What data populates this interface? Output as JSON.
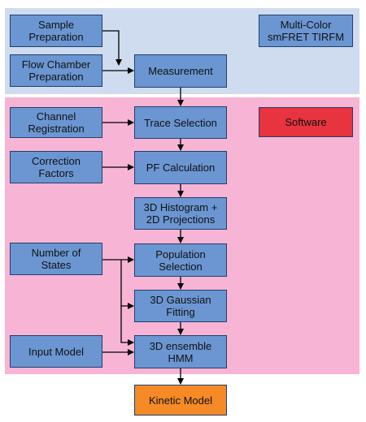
{
  "colors": {
    "top_panel": "#cfdcef",
    "software_panel": "#f8b4d4",
    "box_blue": "#6b96d2",
    "box_red": "#e8343f",
    "box_orange": "#f58a26",
    "arrow": "#000000"
  },
  "labels": {
    "multicolor": "Multi-Color\nsmFRET TIRFM",
    "software": "Software",
    "sample_prep": "Sample\nPreparation",
    "flow_chamber": "Flow Chamber\nPreparation",
    "measurement": "Measurement",
    "channel_reg": "Channel\nRegistration",
    "trace_selection": "Trace Selection",
    "correction_factors": "Correction\nFactors",
    "pf_calc": "PF Calculation",
    "histogram": "3D Histogram +\n2D Projections",
    "num_states": "Number of\nStates",
    "population_selection": "Population\nSelection",
    "gaussian_fitting": "3D Gaussian\nFitting",
    "input_model": "Input Model",
    "ensemble_hmm": "3D ensemble\nHMM",
    "kinetic_model": "Kinetic Model"
  }
}
